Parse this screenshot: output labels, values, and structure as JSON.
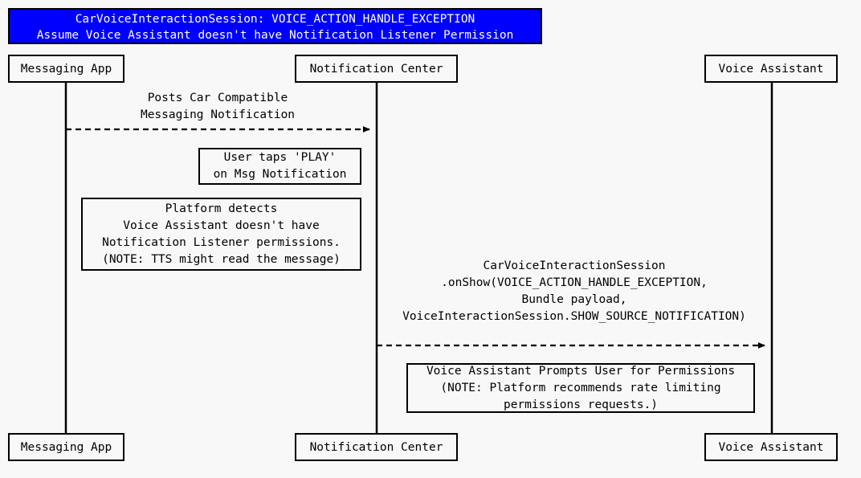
{
  "diagram": {
    "kind": "uml-sequence-diagram",
    "background_color": "#f8f8f8",
    "line_color": "#000000",
    "title": {
      "background_color": "#0000ff",
      "text_color": "#ffffff",
      "lines": [
        "CarVoiceInteractionSession: VOICE_ACTION_HANDLE_EXCEPTION",
        "Assume Voice Assistant doesn't have Notification Listener Permission"
      ]
    },
    "participants": [
      {
        "id": "messaging-app",
        "label": "Messaging App"
      },
      {
        "id": "notification-center",
        "label": "Notification Center"
      },
      {
        "id": "voice-assistant",
        "label": "Voice Assistant"
      }
    ],
    "messages": [
      {
        "id": "post-notification",
        "from": "messaging-app",
        "to": "notification-center",
        "style": "dashed-arrow",
        "lines": [
          "Posts Car Compatible",
          "Messaging Notification"
        ]
      },
      {
        "id": "on-show",
        "from": "notification-center",
        "to": "voice-assistant",
        "style": "dashed-arrow",
        "lines": [
          "CarVoiceInteractionSession",
          ".onShow(VOICE_ACTION_HANDLE_EXCEPTION,",
          "Bundle payload,",
          "VoiceInteractionSession.SHOW_SOURCE_NOTIFICATION)"
        ]
      }
    ],
    "notes": [
      {
        "id": "user-taps-play",
        "lines": [
          "User taps 'PLAY'",
          "on Msg Notification"
        ]
      },
      {
        "id": "platform-detects",
        "lines": [
          "Platform detects",
          "Voice Assistant doesn't have",
          "Notification Listener permissions.",
          "(NOTE: TTS might read the message)"
        ]
      },
      {
        "id": "prompts-user",
        "lines": [
          "Voice Assistant Prompts User for Permissions",
          "(NOTE: Platform recommends rate limiting",
          "permissions requests.)"
        ]
      }
    ]
  }
}
